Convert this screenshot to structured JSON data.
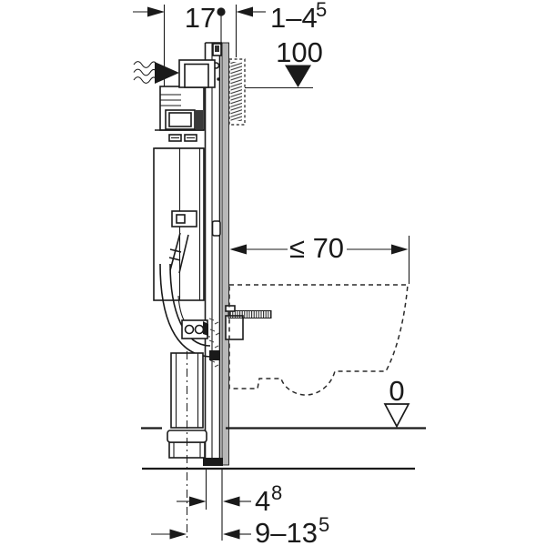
{
  "dimensions": {
    "d17": {
      "text": "17"
    },
    "d1_45": {
      "text": "1–4",
      "sup": "5"
    },
    "d100": {
      "text": "100"
    },
    "d70": {
      "text": "≤ 70"
    },
    "d0": {
      "text": "0"
    },
    "d4_8": {
      "text": "4",
      "sup": "8"
    },
    "d9_135": {
      "text": "9–13",
      "sup": "5"
    }
  },
  "icons": {
    "dim_arrow": "➤",
    "reference_dot": "●",
    "level_marker_filled": "▼",
    "level_marker_open": "▽",
    "water_supply": "≋"
  },
  "colors": {
    "ink": "#1a1a1a",
    "wall_section_fill": "#b8b8b8",
    "background": "#ffffff"
  }
}
